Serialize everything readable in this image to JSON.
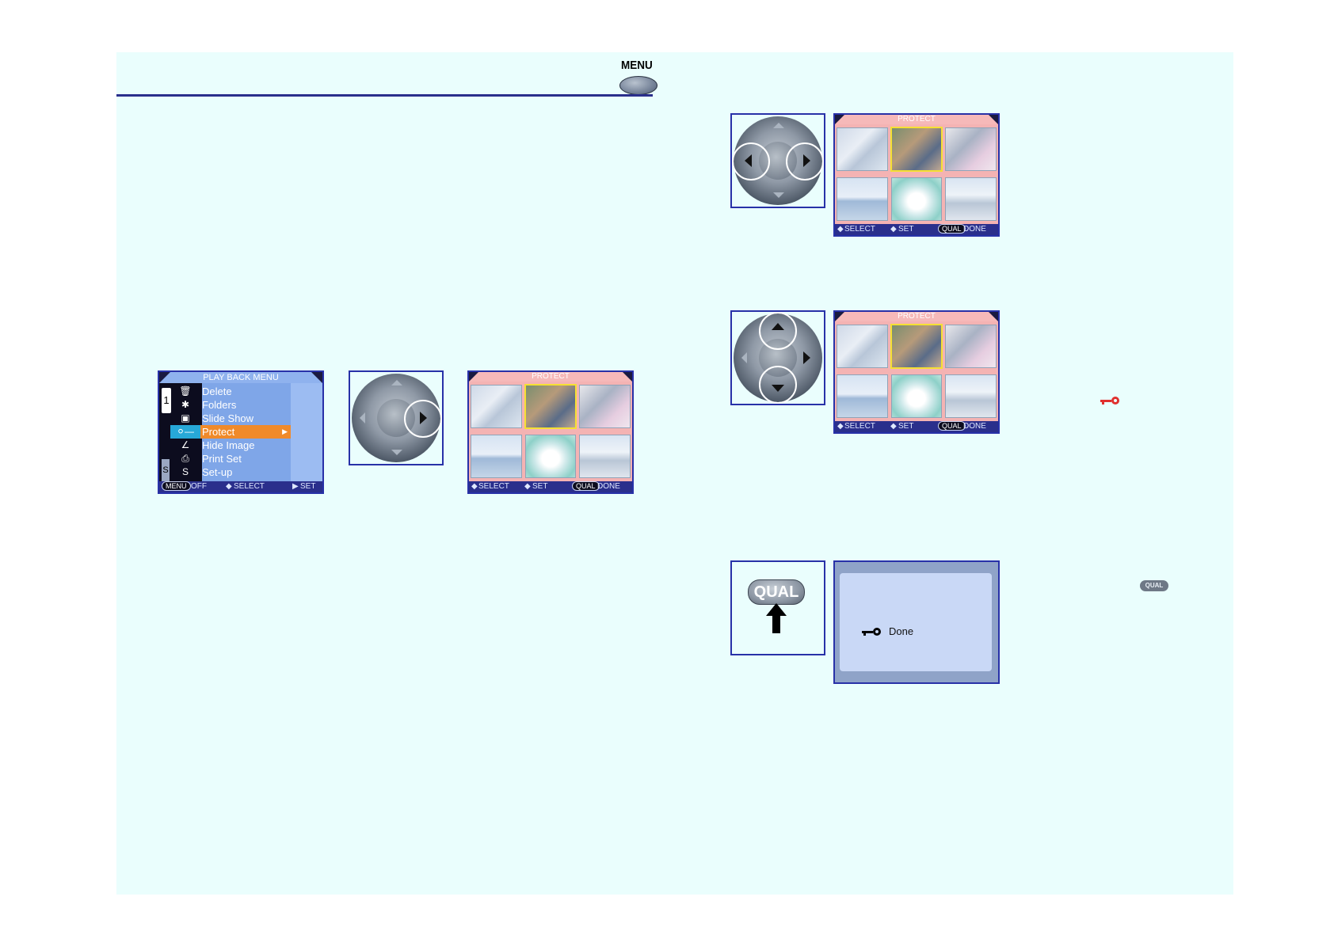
{
  "header": {
    "menu_button_label": "MENU"
  },
  "playback_menu": {
    "title": "PLAY BACK MENU",
    "tab_number": "1",
    "tab_s": "S",
    "items": [
      {
        "icon": "trash-icon",
        "label": "Delete"
      },
      {
        "icon": "folders-icon",
        "label": "Folders"
      },
      {
        "icon": "slideshow-icon",
        "label": "Slide Show"
      },
      {
        "icon": "key-icon",
        "label": "Protect",
        "selected": true
      },
      {
        "icon": "hide-image-icon",
        "label": "Hide Image"
      },
      {
        "icon": "print-icon",
        "label": "Print Set"
      },
      {
        "icon": "setup-icon",
        "label": "Set-up",
        "glyph": "S"
      }
    ],
    "footer": {
      "menu_pill": "MENU",
      "off": "OFF",
      "select": "SELECT",
      "set": "SET"
    }
  },
  "protect_screen": {
    "title": "PROTECT",
    "footer": {
      "select": "SELECT",
      "set": "SET",
      "qual_pill": "QUAL",
      "done": "DONE"
    }
  },
  "qual_button_label": "QUAL",
  "done_screen": {
    "text": "Done"
  },
  "colors": {
    "page_bg": "#eafefd",
    "frame_border": "#2831a8",
    "menu_selected": "#f08a2a",
    "protect_key_red": "#e0302e"
  }
}
